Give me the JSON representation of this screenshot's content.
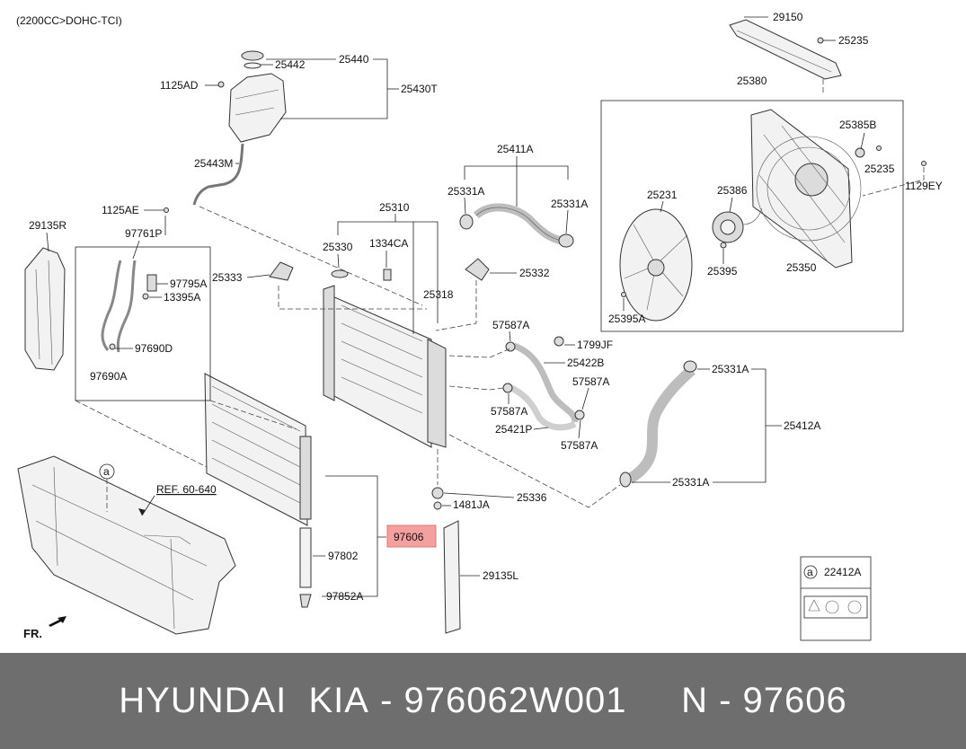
{
  "engine_spec": "(2200CC>DOHC-TCI)",
  "direction_label": "FR.",
  "reference": "REF. 60-640",
  "legend": {
    "marker": "a",
    "code": "22412A"
  },
  "highlight_color": "#f4a0a0",
  "labels": {
    "p29150": "29150",
    "p25235a": "25235",
    "p25380": "25380",
    "p25385B": "25385B",
    "p25235b": "25235",
    "p1129EY": "1129EY",
    "p25231": "25231",
    "p25386": "25386",
    "p25395": "25395",
    "p25350": "25350",
    "p25395A": "25395A",
    "p25440": "25440",
    "p25442": "25442",
    "p1125AD": "1125AD",
    "p25430T": "25430T",
    "p25443M": "25443M",
    "p25411A": "25411A",
    "p25331Aa": "25331A",
    "p25331Ab": "25331A",
    "p1125AE": "1125AE",
    "p25310": "25310",
    "p29135R": "29135R",
    "p97761P": "97761P",
    "p25330": "25330",
    "p1334CA": "1334CA",
    "p25333": "25333",
    "p25332": "25332",
    "p97795A": "97795A",
    "p13395A": "13395A",
    "p25318": "25318",
    "p57587Aa": "57587A",
    "p1799JF": "1799JF",
    "p97690D": "97690D",
    "p25422B": "25422B",
    "p97690A": "97690A",
    "p25331Ac": "25331A",
    "p57587Ab": "57587A",
    "p57587Ac": "57587A",
    "p25412A": "25412A",
    "p25421P": "25421P",
    "p57587Ad": "57587A",
    "p25331Ad": "25331A",
    "p25336": "25336",
    "p1481JA": "1481JA",
    "p97606": "97606",
    "p97802": "97802",
    "p29135L": "29135L",
    "p97852A": "97852A"
  },
  "footer": {
    "brand": "HYUNDAI  KIA",
    "sep1": " - ",
    "part_number": "976062W001",
    "gap": "     ",
    "prefix": "N",
    "sep2": " - ",
    "short_number": "97606"
  }
}
